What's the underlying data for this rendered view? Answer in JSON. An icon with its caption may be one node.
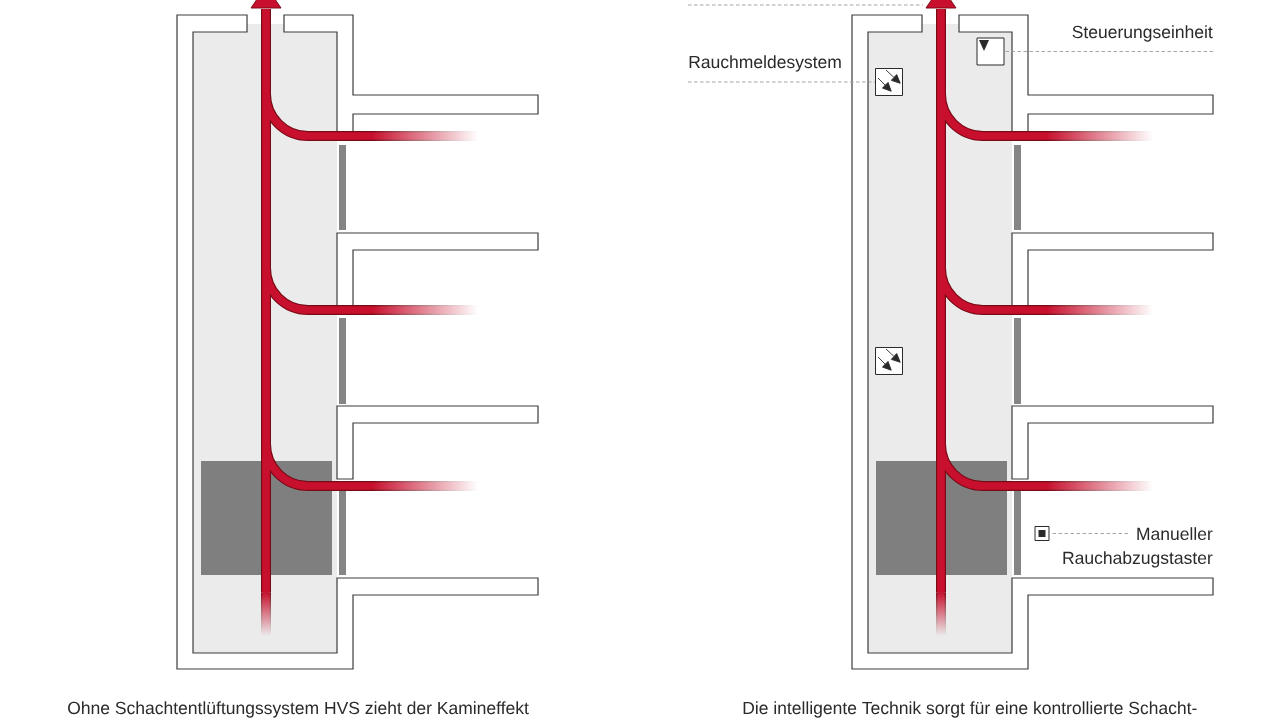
{
  "diagram": {
    "nodes": [
      {
        "text": [
          "Rauchmeldesystem"
        ]
      },
      {
        "text": [],
        "shape": "box"
      },
      {
        "text": [
          "Steuerungseinheit"
        ]
      },
      {
        "text": [],
        "shape": "box"
      },
      {
        "text": [
          "Manueller Rauchabzugstaster"
        ]
      },
      {
        "text": [],
        "shape": "box"
      },
      {
        "text": [],
        "shape": "box"
      }
    ],
    "edges": [
      {
        "from": 0,
        "to": 1,
        "arrow": "none",
        "style": "dashed"
      },
      {
        "from": 2,
        "to": 3,
        "arrow": "none",
        "style": "dashed"
      },
      {
        "from": 4,
        "to": 5,
        "arrow": "none",
        "style": "dashed"
      }
    ],
    "labels": [
      "Ohne Schachtentlüftungssystem HVS zieht der Kamineffekt",
      "Die intelligente Technik sorgt für eine kontrollierte Schacht-"
    ]
  }
}
